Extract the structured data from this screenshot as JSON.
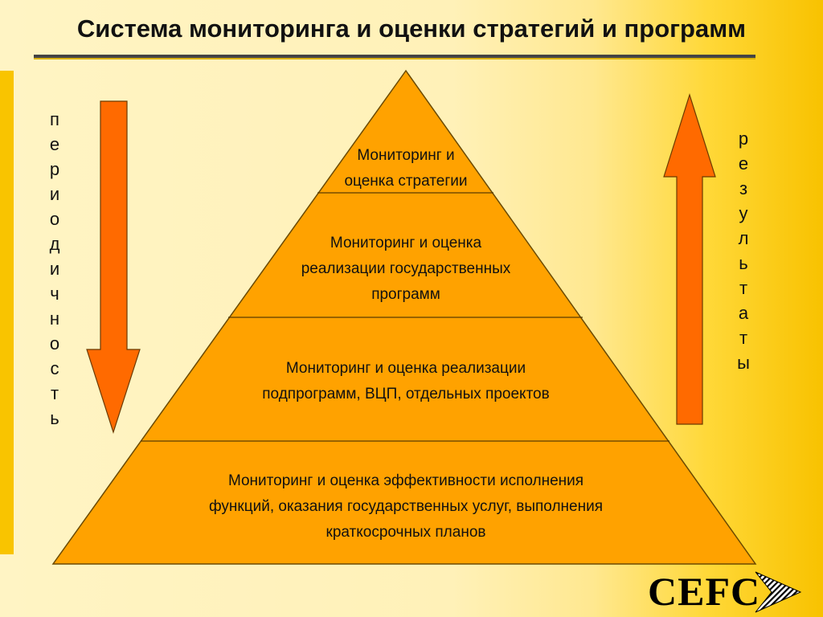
{
  "title": "Система мониторинга и оценки стратегий и программ",
  "left_label": "периодичность",
  "right_label": "результаты",
  "tiers": [
    {
      "lines": [
        "Мониторинг и",
        "оценка стратегии"
      ]
    },
    {
      "lines": [
        "Мониторинг и оценка",
        "реализации государственных",
        "программ"
      ]
    },
    {
      "lines": [
        "Мониторинг и оценка реализации",
        "подпрограмм, ВЦП, отдельных проектов"
      ]
    },
    {
      "lines": [
        "Мониторинг и оценка эффективности исполнения",
        "функций, оказания государственных услуг, выполнения",
        "краткосрочных планов"
      ]
    }
  ],
  "logo": "CEFC",
  "colors": {
    "pyramid_fill": "#ffa200",
    "arrow_fill": "#ff6a00",
    "background_accent": "#f8c200"
  }
}
